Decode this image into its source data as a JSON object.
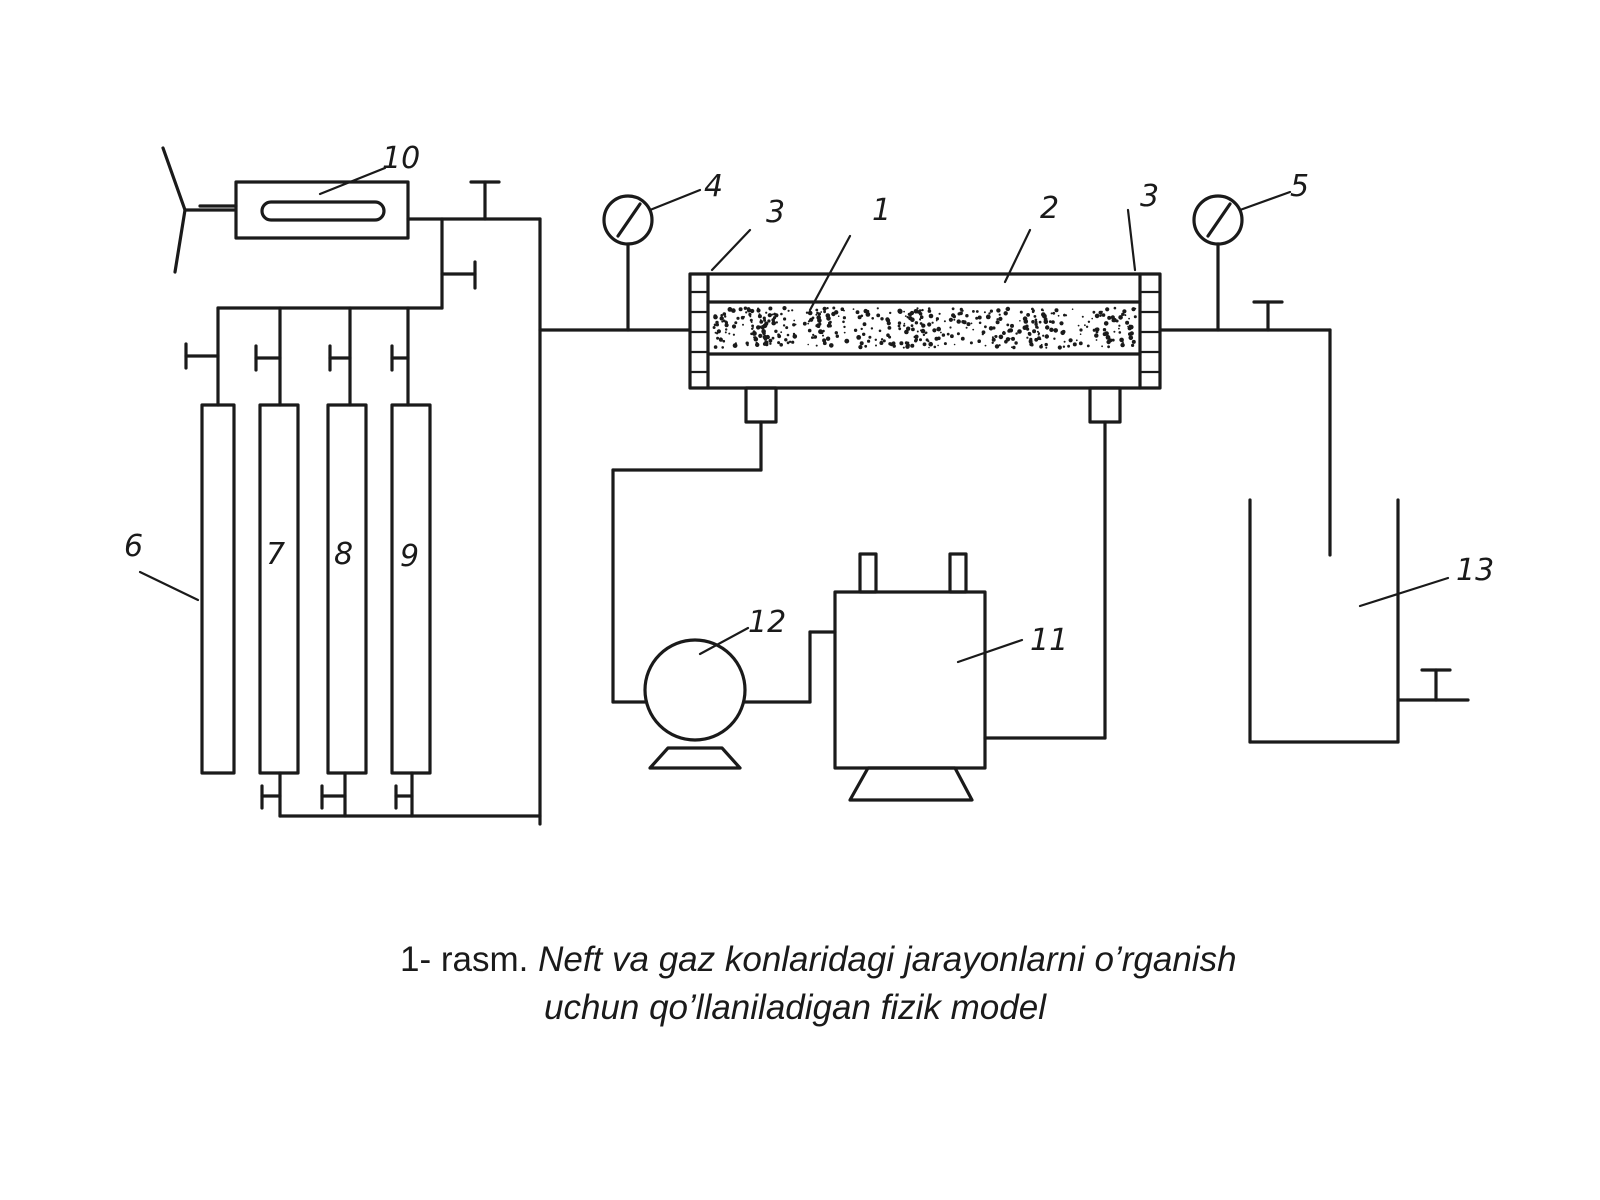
{
  "labels": {
    "l1": "1",
    "l2": "2",
    "l3a": "3",
    "l3b": "3",
    "l4": "4",
    "l5": "5",
    "l6": "6",
    "l7": "7",
    "l8": "8",
    "l9": "9",
    "l10": "10",
    "l11": "11",
    "l12": "12",
    "l13": "13"
  },
  "caption": {
    "prefix": "1- rasm.",
    "line1": "Neft va gaz konlaridagi jarayonlarni o’rganish",
    "line2": "uchun qo’llaniladigan fizik model"
  }
}
